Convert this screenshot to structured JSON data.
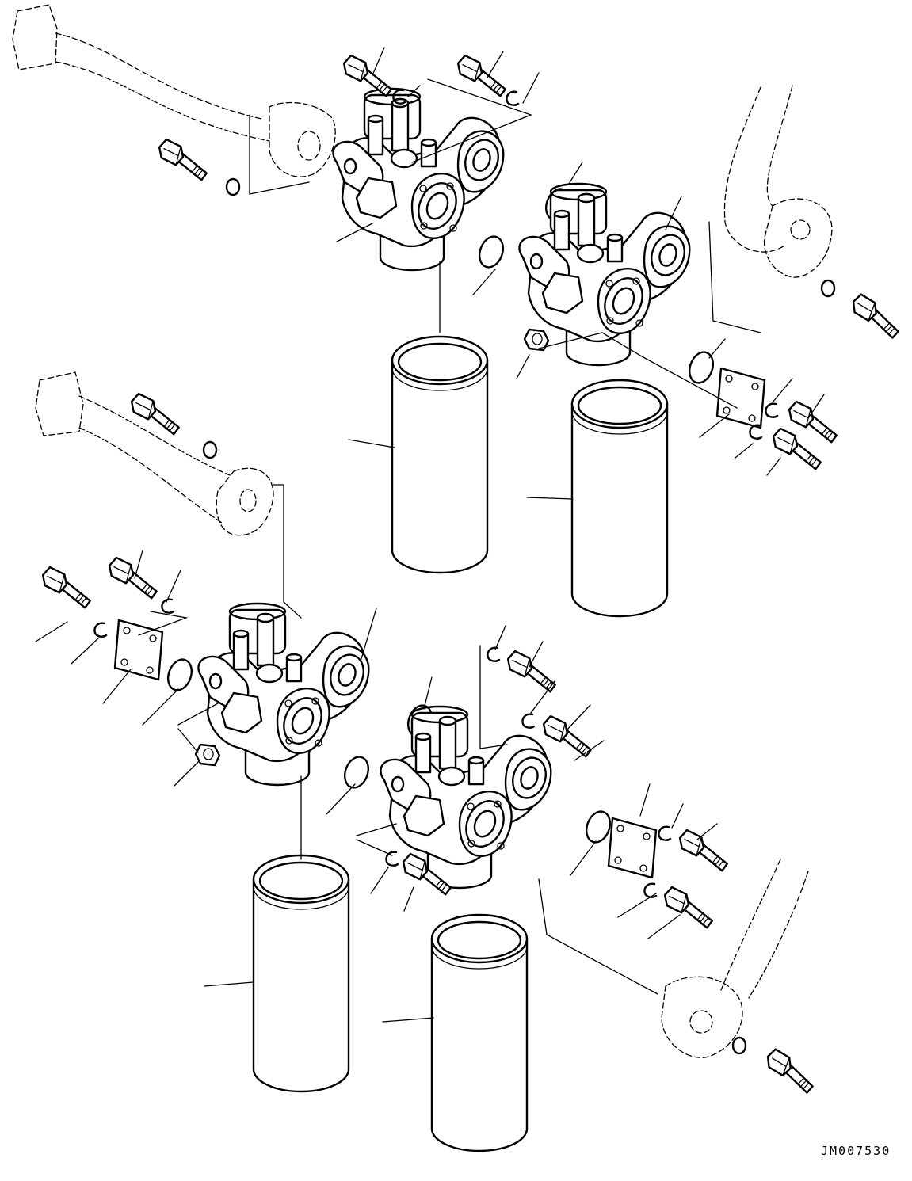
{
  "drawing": {
    "code": "JM007530"
  },
  "assemblies": [
    {
      "id": "filter-assembly-1"
    },
    {
      "id": "filter-assembly-2"
    },
    {
      "id": "filter-assembly-3"
    },
    {
      "id": "filter-assembly-4"
    }
  ],
  "colors": {
    "ink": "#000000",
    "paper": "#ffffff"
  }
}
